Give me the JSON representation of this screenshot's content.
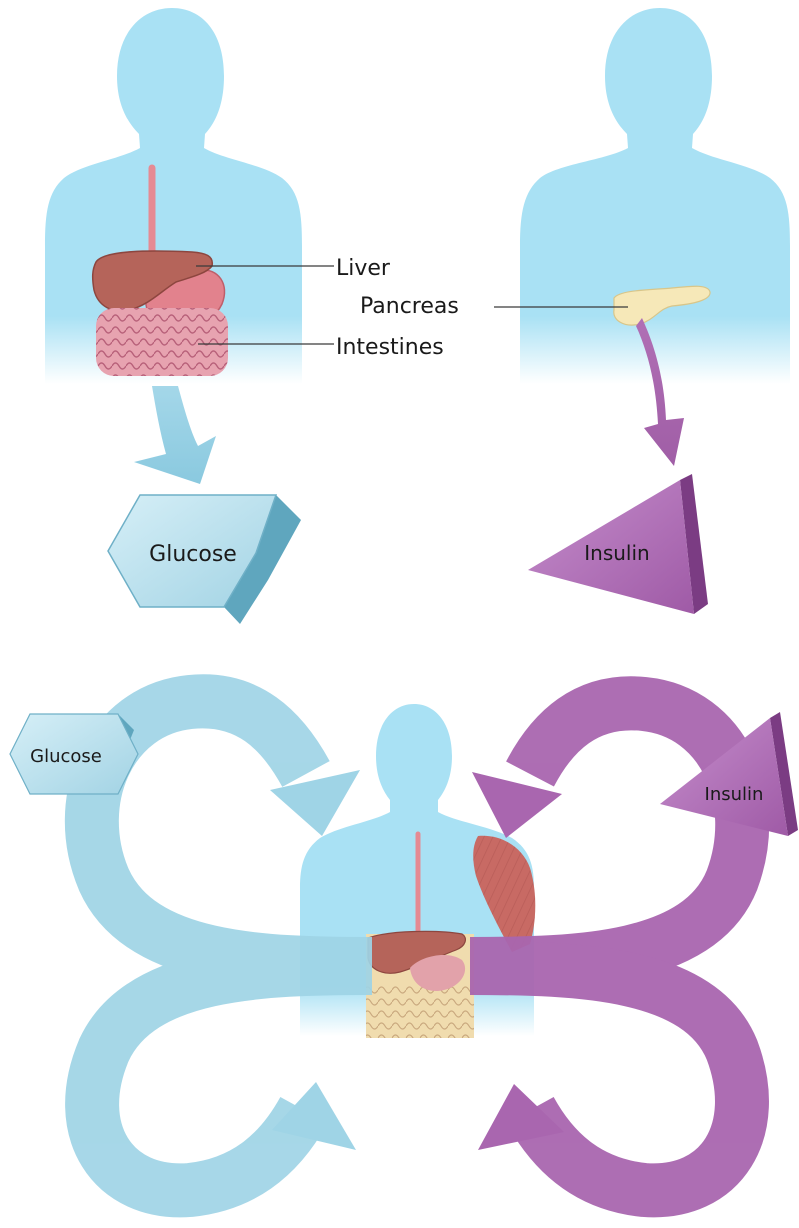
{
  "top_panel": {
    "organ_labels": {
      "liver": "Liver",
      "pancreas": "Pancreas",
      "intestines": "Intestines"
    },
    "glucose_label": "Glucose",
    "insulin_label": "Insulin"
  },
  "bottom_panel": {
    "glucose_label": "Glucose",
    "insulin_label": "Insulin"
  },
  "colors": {
    "body": "#a9e1f4",
    "glucose": "#9cd3e6",
    "glucose_dark": "#5fa6be",
    "insulin": "#a865ad",
    "insulin_dark": "#7b3c83",
    "liver": "#b5645a",
    "stomach": "#e2828d",
    "intestines": "#d68a9c",
    "pancreas": "#f6e8b8",
    "muscle": "#c86a64"
  }
}
